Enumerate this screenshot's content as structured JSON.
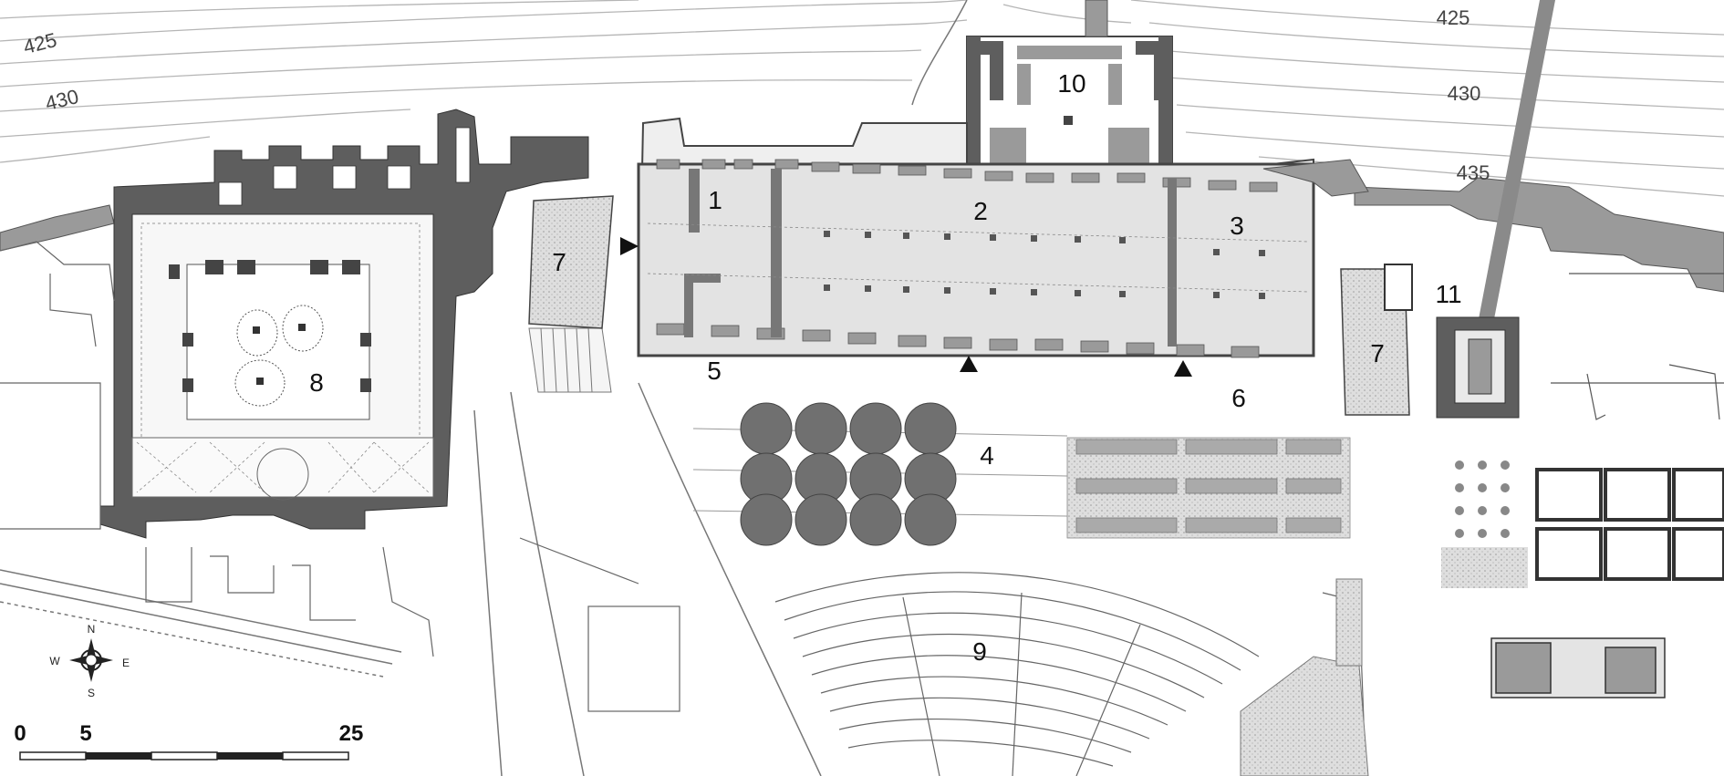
{
  "map": {
    "building_labels": [
      {
        "id": "1",
        "text": "1"
      },
      {
        "id": "2",
        "text": "2"
      },
      {
        "id": "3",
        "text": "3"
      },
      {
        "id": "4",
        "text": "4"
      },
      {
        "id": "5",
        "text": "5"
      },
      {
        "id": "6",
        "text": "6"
      },
      {
        "id": "7a",
        "text": "7"
      },
      {
        "id": "7b",
        "text": "7"
      },
      {
        "id": "8",
        "text": "8"
      },
      {
        "id": "9",
        "text": "9"
      },
      {
        "id": "10",
        "text": "10"
      },
      {
        "id": "11",
        "text": "11"
      }
    ],
    "contour_labels": [
      {
        "id": "c425-left",
        "text": "425"
      },
      {
        "id": "c430-left",
        "text": "430"
      },
      {
        "id": "c425-right",
        "text": "425"
      },
      {
        "id": "c430-right",
        "text": "430"
      },
      {
        "id": "c435-right",
        "text": "435"
      }
    ],
    "compass": {
      "n": "N",
      "s": "S",
      "e": "E",
      "w": "W"
    },
    "scale_bar": {
      "ticks": [
        "0",
        "5",
        "25"
      ]
    },
    "colors": {
      "dark_wall": "#5e5e5e",
      "mid_wall": "#9a9a9a",
      "light_fill": "#e2e2e2",
      "stipple_fill": "#d6d6d6",
      "line": "#666666",
      "contour": "#b0b0b0"
    }
  }
}
